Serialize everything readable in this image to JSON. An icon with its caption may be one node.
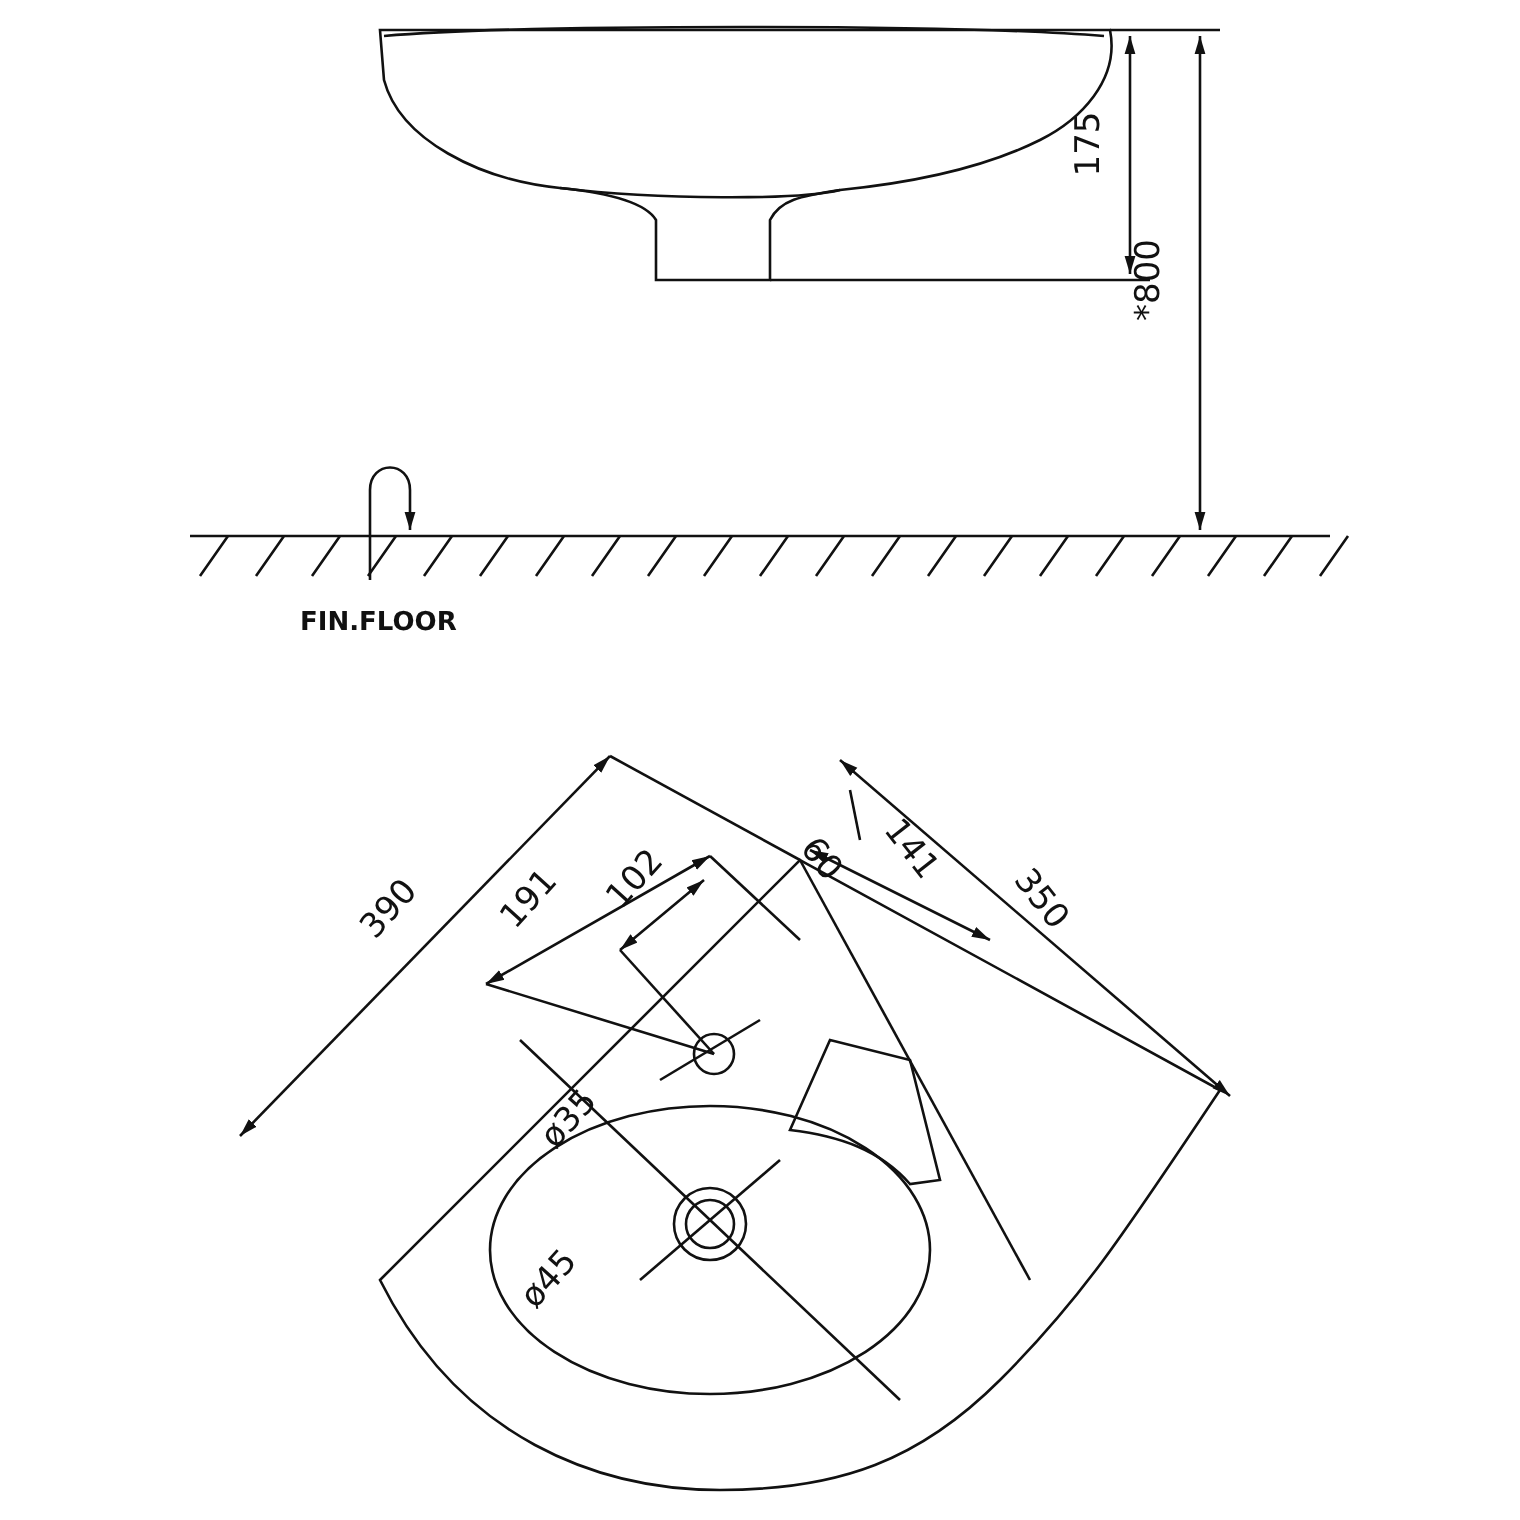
{
  "diagram": {
    "labels": [
      "175",
      "*800",
      "FIN.FLOOR",
      "390",
      "191",
      "102",
      "60",
      "141",
      "350",
      "ø35",
      "ø45"
    ]
  }
}
